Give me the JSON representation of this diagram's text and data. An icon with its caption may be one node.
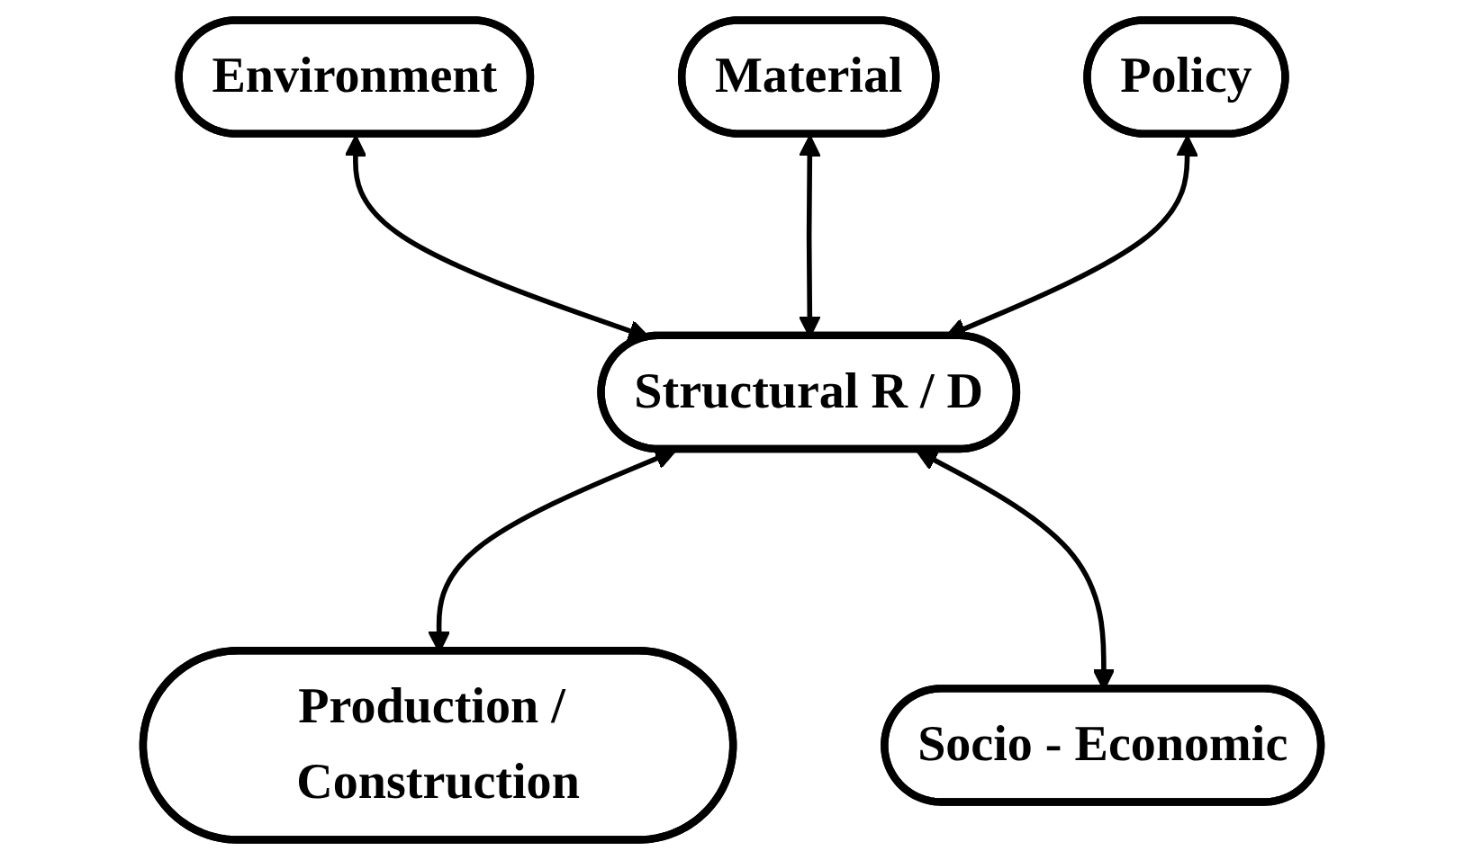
{
  "diagram": {
    "nodes": [
      {
        "text": [
          "Environment"
        ]
      },
      {
        "text": [
          "Material"
        ]
      },
      {
        "text": [
          "Policy"
        ]
      },
      {
        "text": [
          "Structural R / D"
        ]
      },
      {
        "text": [
          "Production / Construction"
        ]
      },
      {
        "text": [
          "Socio - Economic"
        ]
      }
    ],
    "edges": [
      {
        "from": 0,
        "to": 3,
        "arrow": "both"
      },
      {
        "from": 1,
        "to": 3,
        "arrow": "both"
      },
      {
        "from": 2,
        "to": 3,
        "arrow": "both"
      },
      {
        "from": 3,
        "to": 4,
        "arrow": "both"
      },
      {
        "from": 3,
        "to": 5,
        "arrow": "both"
      }
    ]
  }
}
